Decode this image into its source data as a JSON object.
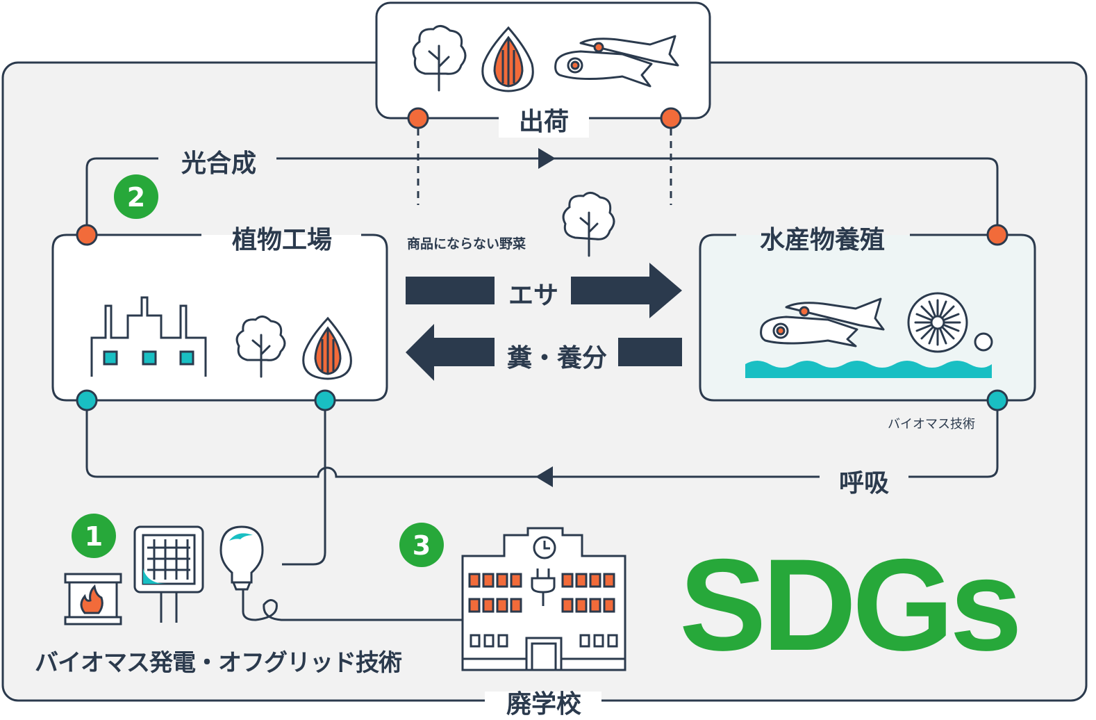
{
  "labels": {
    "shipping": "出荷",
    "photosynthesis": "光合成",
    "plant_factory": "植物工場",
    "aquaculture": "水産物養殖",
    "unsellable_veg": "商品にならない野菜",
    "feed": "エサ",
    "manure": "糞・養分",
    "biomass_tech": "バイオマス技術",
    "respiration": "呼吸",
    "power_tech": "バイオマス発電・オフグリッド技術",
    "closed_school": "廃学校",
    "sdgs": "SDGs"
  },
  "badges": {
    "one": "1",
    "two": "2",
    "three": "3"
  },
  "colors": {
    "navy": "#2b3a4d",
    "orange": "#f26b3a",
    "teal": "#19bfc3",
    "green": "#27a83a",
    "panel": "#f2f2f2",
    "aqua_bg": "#eef5f5"
  }
}
